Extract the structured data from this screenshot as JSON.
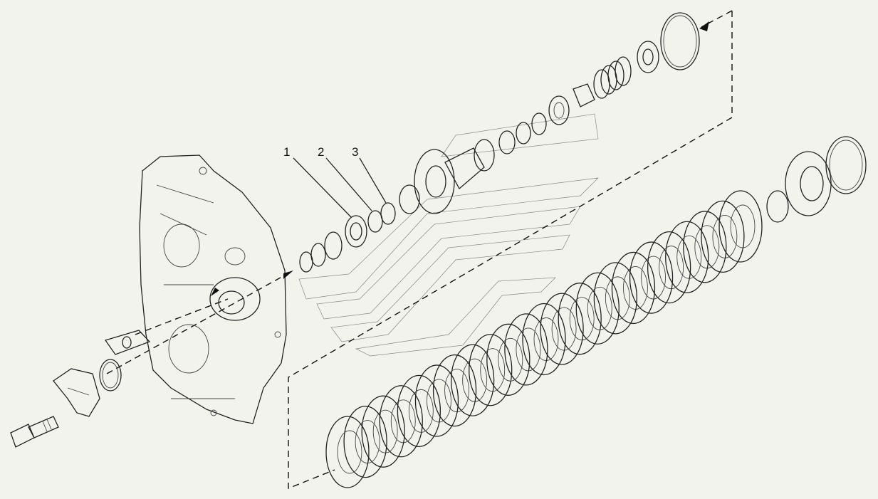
{
  "callouts": [
    {
      "id": "1",
      "label": "1"
    },
    {
      "id": "2",
      "label": "2"
    },
    {
      "id": "3",
      "label": "3"
    }
  ],
  "colors": {
    "background": "#f3f3ee",
    "line": "#222222",
    "part_fill": "#ffffff",
    "texture": "#888888"
  },
  "icons": {
    "logo": "chevron-logo-watermark",
    "nut_marker": "nut-symbol-icon"
  }
}
